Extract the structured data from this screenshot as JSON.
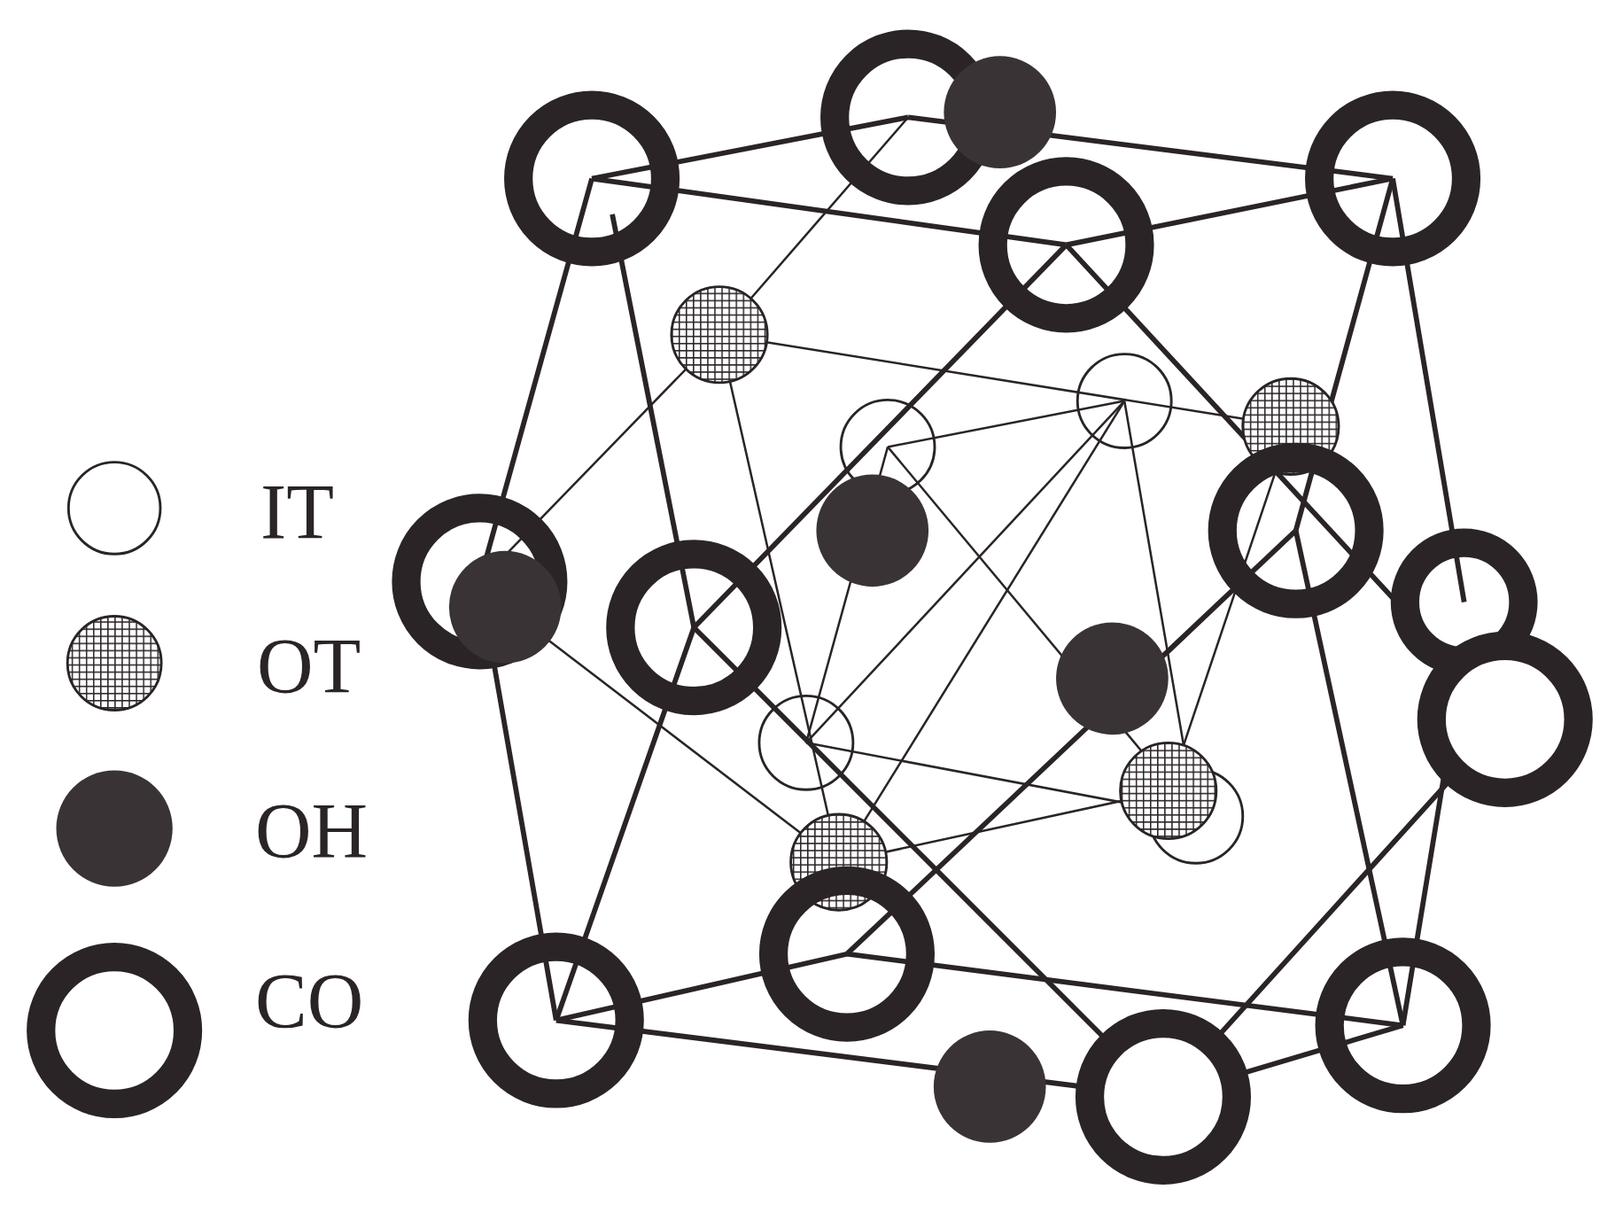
{
  "diagram": {
    "legend": [
      {
        "text": "IT"
      },
      {
        "text": "OT"
      },
      {
        "text": "OH"
      },
      {
        "text": "CO"
      }
    ]
  }
}
